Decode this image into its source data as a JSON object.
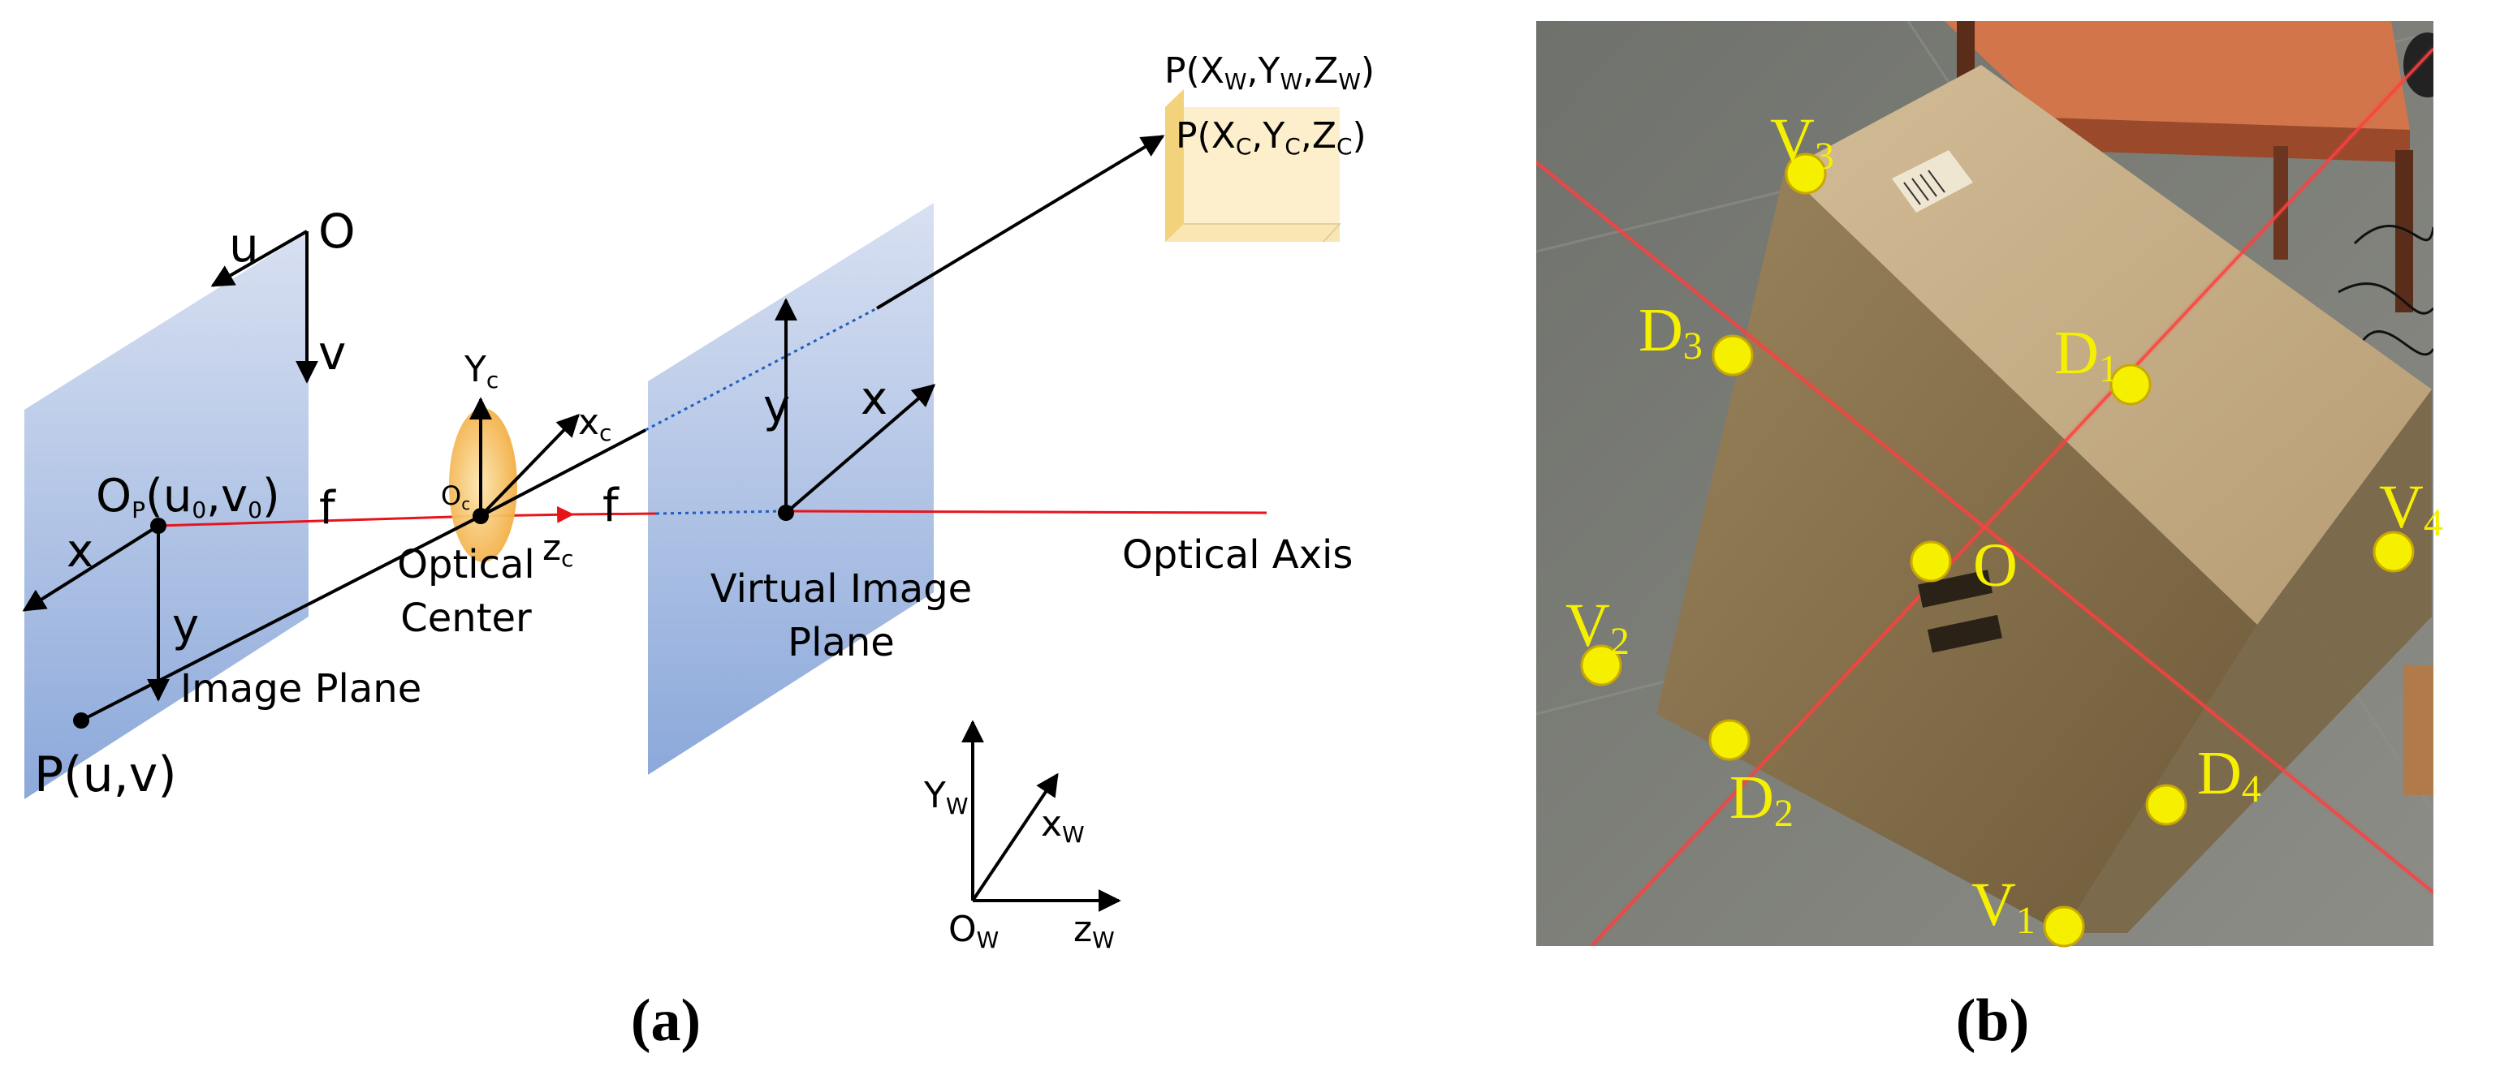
{
  "panel_a": {
    "caption": "(a)",
    "image_plane": {
      "origin_label": "O",
      "u_label": "u",
      "v_label": "v",
      "principal_point": {
        "main": "O",
        "sub": "P",
        "coord_prefix": "(u",
        "u_sub": "0",
        "sep": ",v",
        "v_sub": "0",
        "coord_suffix": ")"
      },
      "x_label": "x",
      "y_label": "y",
      "f_label": "f",
      "plane_label": "Image Plane",
      "point_label": "P(u,v)"
    },
    "camera": {
      "yc_main": "Y",
      "yc_sub": "c",
      "xc_main": "x",
      "xc_sub": "c",
      "zc_main": "z",
      "zc_sub": "c",
      "oc_main": "O",
      "oc_sub": "c",
      "optical_center_line1": "Optical",
      "optical_center_line2": "Center"
    },
    "virtual_plane": {
      "f_label": "f",
      "y_label": "y",
      "x_label": "x",
      "label_line1": "Virtual Image",
      "label_line2": "Plane"
    },
    "optical_axis_label": "Optical Axis",
    "world_point": {
      "world": {
        "prefix": "P(X",
        "s1": "W",
        "m1": ",Y",
        "s2": "W",
        "m2": ",Z",
        "s3": "W",
        "suffix": ")"
      },
      "camera": {
        "prefix": "P(X",
        "s1": "C",
        "m1": ",Y",
        "s2": "C",
        "m2": ",Z",
        "s3": "C",
        "suffix": ")"
      }
    },
    "world_axes": {
      "yw_main": "Y",
      "yw_sub": "W",
      "xw_main": "x",
      "xw_sub": "W",
      "zw_main": "z",
      "zw_sub": "W",
      "ow_main": "O",
      "ow_sub": "W"
    },
    "colors": {
      "plane_top": "#c5d3ec",
      "plane_bottom": "#7f9fd6",
      "red_axis": "#e8141c",
      "blue_dotted": "#1f5fbf",
      "cube_front": "#fdecc4",
      "lens": "#f4b24a"
    }
  },
  "panel_b": {
    "caption": "(b)",
    "points": [
      {
        "label": "V",
        "sub": "3"
      },
      {
        "label": "D",
        "sub": "3"
      },
      {
        "label": "D",
        "sub": "1"
      },
      {
        "label": "V",
        "sub": "4"
      },
      {
        "label": "O",
        "sub": ""
      },
      {
        "label": "V",
        "sub": "2"
      },
      {
        "label": "D",
        "sub": "2"
      },
      {
        "label": "D",
        "sub": "4"
      },
      {
        "label": "V",
        "sub": "1"
      }
    ],
    "colors": {
      "marker": "#f5ef00",
      "label": "#f5ef00",
      "laser": "#ff3b3b",
      "floor": "#7d7e78",
      "box_front": "#8a7450",
      "box_top": "#c6ae88"
    }
  }
}
